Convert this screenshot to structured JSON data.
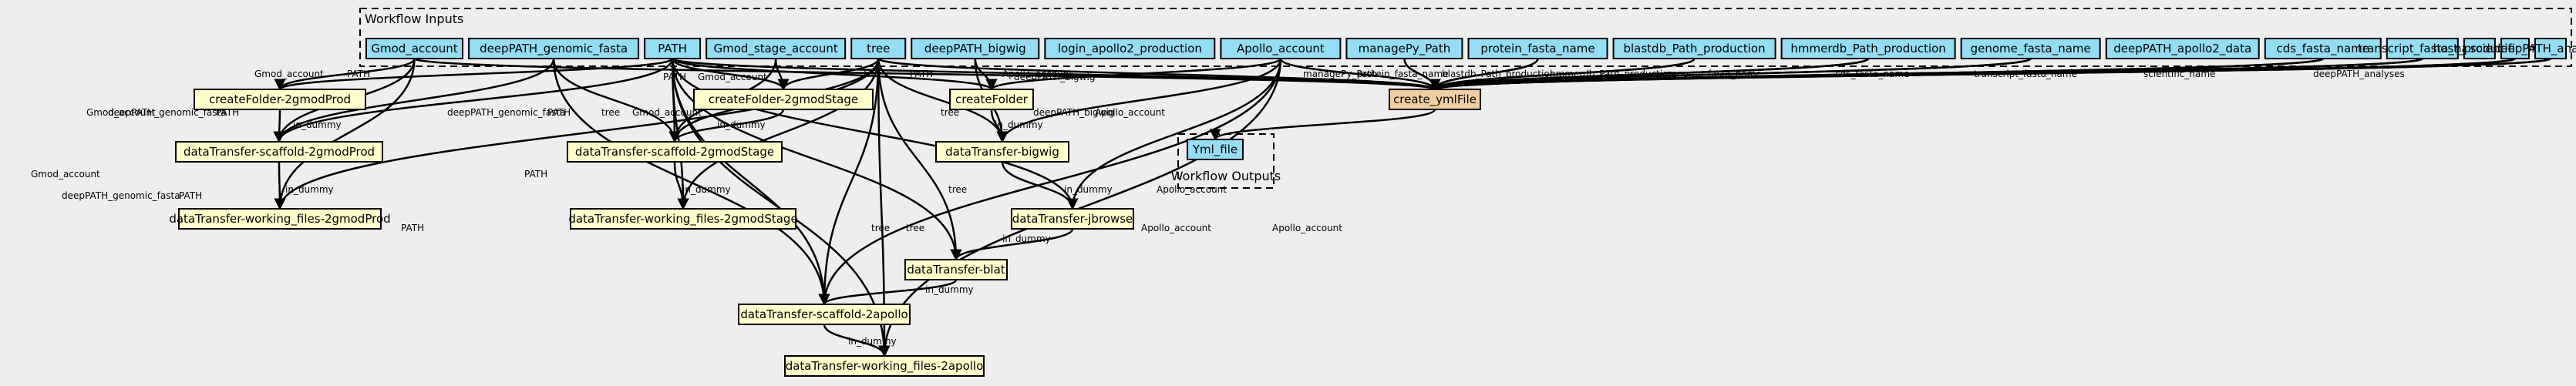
{
  "colors": {
    "background": "#eeeeee",
    "input_fill": "#94ddf4",
    "output_fill": "#94ddf4",
    "step_fill": "#ffffcc",
    "final_step_fill": "#f3cea1",
    "stroke": "#000000"
  },
  "clusters": {
    "inputs": {
      "label": "Workflow Inputs"
    },
    "outputs": {
      "label": "Workflow Outputs"
    }
  },
  "inputs": [
    "Gmod_account",
    "deepPATH_genomic_fasta",
    "PATH",
    "Gmod_stage_account",
    "tree",
    "deepPATH_bigwig",
    "login_apollo2_production",
    "Apollo_account",
    "managePy_Path",
    "protein_fasta_name",
    "blastdb_Path_production",
    "hmmerdb_Path_production",
    "genome_fasta_name",
    "deepPATH_apollo2_data",
    "cds_fasta_name",
    "transcript_fasta_name",
    "host_production",
    "scientific_name",
    "deepPATH_analyses"
  ],
  "steps": [
    "create_ymlFile",
    "createFolder-2gmodProd",
    "createFolder-2gmodStage",
    "createFolder",
    "dataTransfer-scaffold-2gmodProd",
    "dataTransfer-scaffold-2gmodStage",
    "dataTransfer-bigwig",
    "dataTransfer-working_files-2gmodProd",
    "dataTransfer-working_files-2gmodStage",
    "dataTransfer-jbrowse",
    "dataTransfer-blat",
    "dataTransfer-scaffold-2apollo",
    "dataTransfer-working_files-2apollo"
  ],
  "outputs": [
    "Yml_file"
  ],
  "edge_labels": {
    "gmod_account": "Gmod_account",
    "deeppath_genomic_fasta": "deepPATH_genomic_fasta",
    "deeppath_genomic": "deepPATH_genomic_fasta",
    "path": "PATH",
    "tree": "tree",
    "apollo_account": "Apollo_account",
    "deeppath_bigwig": "deepPATH_bigwig",
    "in_dummy": "in_dummy",
    "managepy_path": "managePy_Path",
    "protein_fasta_name": "protein_fasta_name",
    "blastdb_path_production": "blastdb_Path_production",
    "hmmerdb_path_production": "hmmerdb_Path_production",
    "genome_fasta_name": "genome_fasta_name",
    "cds_fasta_name": "cds_fasta_name",
    "transcript_fasta_name": "transcript_fasta_name",
    "scientific_name": "scientific_name",
    "deeppath_analyses": "deepPATH_analyses"
  }
}
